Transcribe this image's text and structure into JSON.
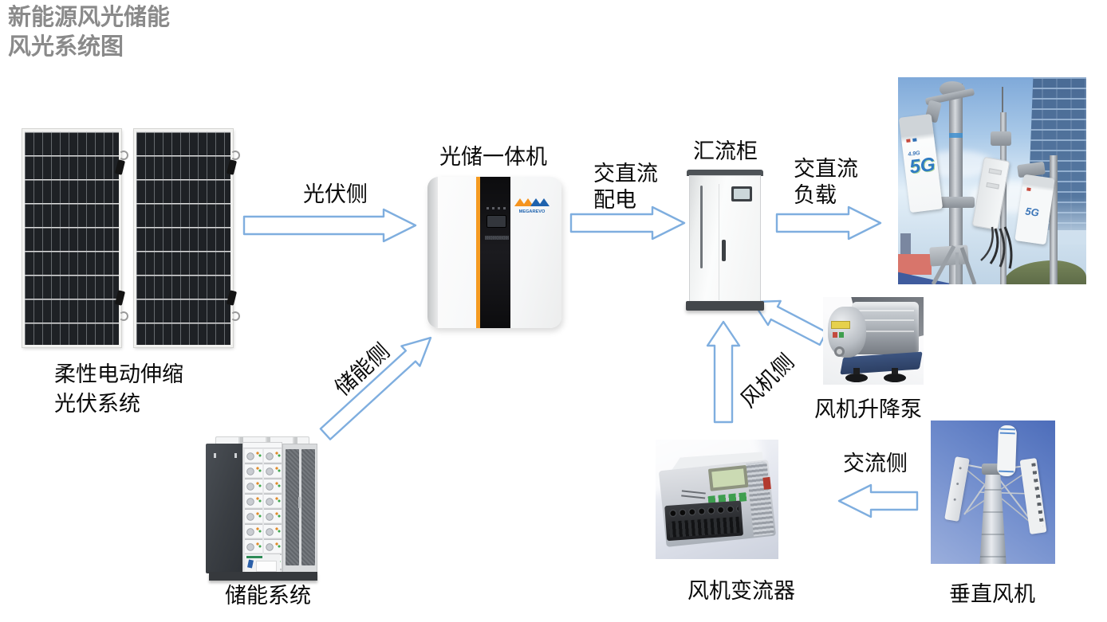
{
  "title": {
    "line1": "新能源风光储能",
    "line2": "风光系统图"
  },
  "labels": {
    "pv_line1": "柔性电动伸缩",
    "pv_line2": "光伏系统",
    "inverter": "光储一体机",
    "combiner": "汇流柜",
    "storage": "储能系统",
    "pump": "风机升降泵",
    "converter": "风机变流器",
    "turbine": "垂直风机"
  },
  "edges": {
    "pv_side": "光伏侧",
    "acdc_dist_line1": "交直流",
    "acdc_dist_line2": "配电",
    "acdc_load_line1": "交直流",
    "acdc_load_line2": "负载",
    "storage_side": "储能侧",
    "fan_side": "风机侧",
    "ac_side": "交流侧"
  },
  "photo_texts": {
    "brand": "MEGAREVO",
    "g49": "4.9G",
    "g5_big": "5G",
    "g5_small": "5G"
  },
  "colors": {
    "arrow_stroke": "#7FAEDF",
    "title_gray": "#8A8A8A",
    "inverter_orange": "#F59B22",
    "logo_blue": "#1E62AE",
    "g5_blue": "#2E7BC2"
  }
}
